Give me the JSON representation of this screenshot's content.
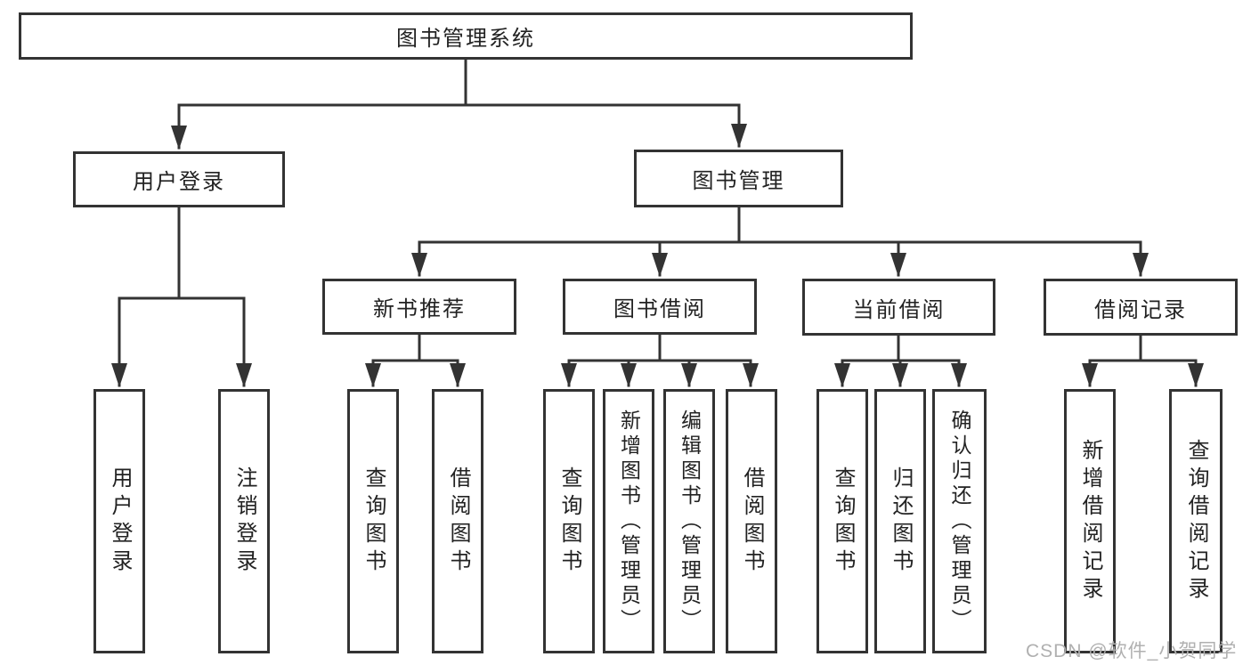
{
  "colors": {
    "line": "#333333",
    "box_border": "#333333",
    "text": "#222222",
    "watermark": "#b0b0b0",
    "background": "#ffffff"
  },
  "tree": {
    "label": "图书管理系统",
    "children": [
      {
        "label": "用户登录",
        "children": [
          {
            "label": "用户登录"
          },
          {
            "label": "注销登录"
          }
        ]
      },
      {
        "label": "图书管理",
        "children": [
          {
            "label": "新书推荐",
            "children": [
              {
                "label": "查询图书"
              },
              {
                "label": "借阅图书"
              }
            ]
          },
          {
            "label": "图书借阅",
            "children": [
              {
                "label": "查询图书"
              },
              {
                "label": "新增图书（管理员）"
              },
              {
                "label": "编辑图书（管理员）"
              },
              {
                "label": "借阅图书"
              }
            ]
          },
          {
            "label": "当前借阅",
            "children": [
              {
                "label": "查询图书"
              },
              {
                "label": "归还图书"
              },
              {
                "label": "确认归还（管理员）"
              }
            ]
          },
          {
            "label": "借阅记录",
            "children": [
              {
                "label": "新增借阅记录"
              },
              {
                "label": "查询借阅记录"
              }
            ]
          }
        ]
      }
    ]
  },
  "watermark": {
    "text": "CSDN @软件_小贺同学"
  }
}
